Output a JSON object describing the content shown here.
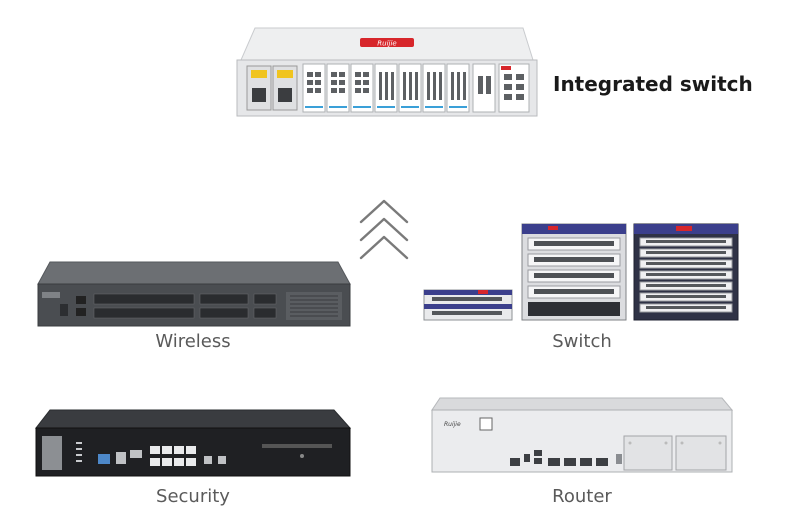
{
  "integrated": {
    "title": "Integrated switch",
    "brand": "Ruijie"
  },
  "products": {
    "wireless": "Wireless",
    "switch": "Switch",
    "security": "Security",
    "router": "Router"
  },
  "colors": {
    "label_text": "#5a5a5a",
    "title_text": "#1a1a1a",
    "brand_red": "#d7262b",
    "chevron": "#7a7a7a"
  },
  "icons": {
    "arrow": "triple-chevron-up-icon"
  }
}
